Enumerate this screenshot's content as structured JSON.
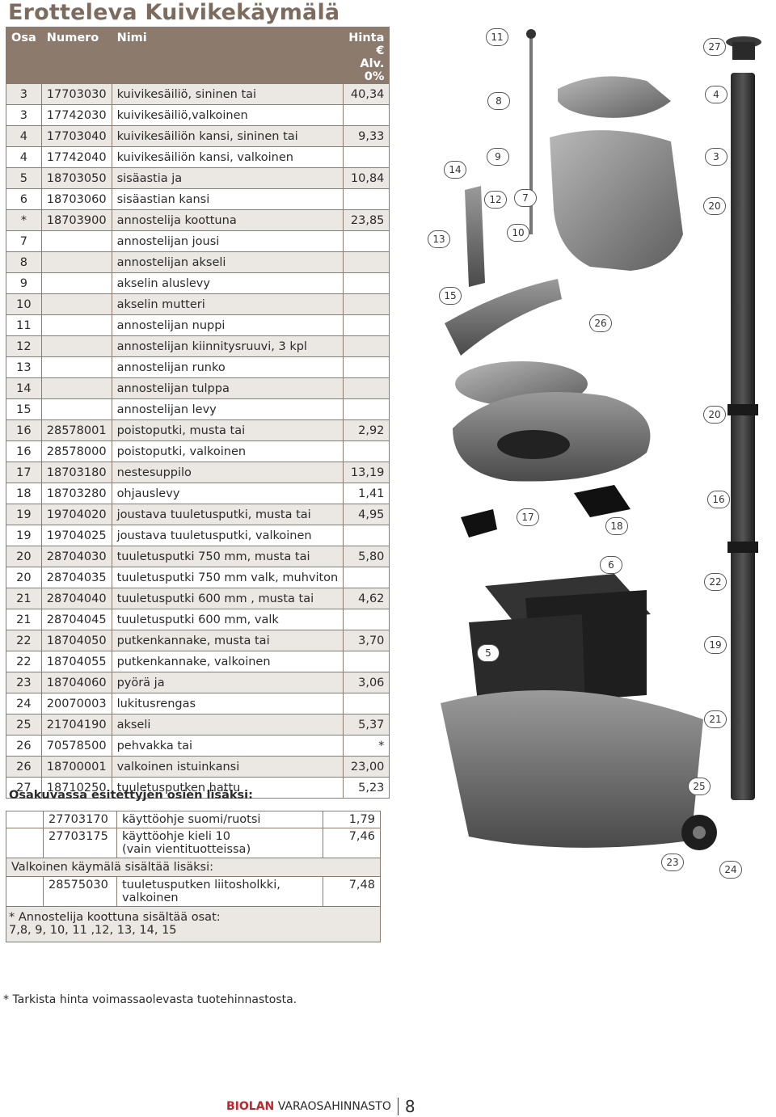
{
  "title": "Erotteleva Kuivikekäymälä",
  "table": {
    "headers": {
      "osa": "Osa",
      "numero": "Numero",
      "nimi": "Nimi",
      "hinta": "Hinta €",
      "alv": "Alv. 0%"
    },
    "rows": [
      {
        "osa": "3",
        "numero": "17703030",
        "nimi": "kuivikesäiliö, sininen tai",
        "hinta": "40,34"
      },
      {
        "osa": "3",
        "numero": "17742030",
        "nimi": "kuivikesäiliö,valkoinen",
        "hinta": ""
      },
      {
        "osa": "4",
        "numero": "17703040",
        "nimi": "kuivikesäiliön kansi, sininen tai",
        "hinta": "9,33"
      },
      {
        "osa": "4",
        "numero": "17742040",
        "nimi": "kuivikesäiliön kansi, valkoinen",
        "hinta": ""
      },
      {
        "osa": "5",
        "numero": "18703050",
        "nimi": "sisäastia ja",
        "hinta": "10,84"
      },
      {
        "osa": "6",
        "numero": "18703060",
        "nimi": "sisäastian kansi",
        "hinta": ""
      },
      {
        "osa": "*",
        "numero": "18703900",
        "nimi": "annostelija koottuna",
        "hinta": "23,85"
      },
      {
        "osa": "7",
        "numero": "",
        "nimi": "annostelijan jousi",
        "hinta": ""
      },
      {
        "osa": "8",
        "numero": "",
        "nimi": "annostelijan akseli",
        "hinta": ""
      },
      {
        "osa": "9",
        "numero": "",
        "nimi": "akselin aluslevy",
        "hinta": ""
      },
      {
        "osa": "10",
        "numero": "",
        "nimi": "akselin mutteri",
        "hinta": ""
      },
      {
        "osa": "11",
        "numero": "",
        "nimi": "annostelijan nuppi",
        "hinta": ""
      },
      {
        "osa": "12",
        "numero": "",
        "nimi": "annostelijan kiinnitysruuvi, 3 kpl",
        "hinta": ""
      },
      {
        "osa": "13",
        "numero": "",
        "nimi": "annostelijan runko",
        "hinta": ""
      },
      {
        "osa": "14",
        "numero": "",
        "nimi": "annostelijan tulppa",
        "hinta": ""
      },
      {
        "osa": "15",
        "numero": "",
        "nimi": "annostelijan levy",
        "hinta": ""
      },
      {
        "osa": "16",
        "numero": "28578001",
        "nimi": "poistoputki, musta tai",
        "hinta": "2,92"
      },
      {
        "osa": "16",
        "numero": "28578000",
        "nimi": "poistoputki, valkoinen",
        "hinta": ""
      },
      {
        "osa": "17",
        "numero": "18703180",
        "nimi": "nestesuppilo",
        "hinta": "13,19"
      },
      {
        "osa": "18",
        "numero": "18703280",
        "nimi": "ohjauslevy",
        "hinta": "1,41"
      },
      {
        "osa": "19",
        "numero": "19704020",
        "nimi": "joustava tuuletusputki, musta tai",
        "hinta": "4,95"
      },
      {
        "osa": "19",
        "numero": "19704025",
        "nimi": "joustava tuuletusputki, valkoinen",
        "hinta": ""
      },
      {
        "osa": "20",
        "numero": "28704030",
        "nimi": "tuuletusputki 750 mm, musta tai",
        "hinta": "5,80"
      },
      {
        "osa": "20",
        "numero": "28704035",
        "nimi": "tuuletusputki 750 mm valk, muhviton",
        "hinta": ""
      },
      {
        "osa": "21",
        "numero": "28704040",
        "nimi": "tuuletusputki 600 mm , musta tai",
        "hinta": "4,62"
      },
      {
        "osa": "21",
        "numero": "28704045",
        "nimi": "tuuletusputki 600 mm, valk",
        "hinta": ""
      },
      {
        "osa": "22",
        "numero": "18704050",
        "nimi": "putkenkannake, musta tai",
        "hinta": "3,70"
      },
      {
        "osa": "22",
        "numero": "18704055",
        "nimi": "putkenkannake, valkoinen",
        "hinta": ""
      },
      {
        "osa": "23",
        "numero": "18704060",
        "nimi": "pyörä ja",
        "hinta": "3,06"
      },
      {
        "osa": "24",
        "numero": "20070003",
        "nimi": "lukitusrengas",
        "hinta": ""
      },
      {
        "osa": "25",
        "numero": "21704190",
        "nimi": "akseli",
        "hinta": "5,37"
      },
      {
        "osa": "26",
        "numero": "70578500",
        "nimi": "pehvakka tai",
        "hinta": "*"
      },
      {
        "osa": "26",
        "numero": "18700001",
        "nimi": "valkoinen istuinkansi",
        "hinta": "23,00"
      },
      {
        "osa": "27",
        "numero": "18710250",
        "nimi": "tuuletusputken hattu",
        "hinta": "5,23"
      }
    ]
  },
  "extras": {
    "title": "Osakuvassa esitettyjen osien lisäksi:",
    "rows": [
      {
        "numero": "27703170",
        "nimi": "käyttöohje suomi/ruotsi",
        "nimi2": "",
        "hinta": "1,79"
      },
      {
        "numero": "27703175",
        "nimi": "käyttöohje kieli 10",
        "nimi2": "(vain vientituotteissa)",
        "hinta": "7,46"
      }
    ],
    "white_title": "Valkoinen käymälä sisältää lisäksi:",
    "white_row": {
      "numero": "28575030",
      "nimi": "tuuletusputken liitosholkki, valkoinen",
      "hinta": "7,48"
    },
    "assembly_note_1": "* Annostelija koottuna sisältää osat:",
    "assembly_note_2": "7,8, 9, 10, 11 ,12, 13, 14, 15"
  },
  "bottom_note": "* Tarkista hinta voimassaolevasta tuotehinnastosta.",
  "footer": {
    "brand": "BIOLAN",
    "section": " VARAOSAHINNASTO",
    "page": "8"
  },
  "callouts": [
    "11",
    "27",
    "8",
    "4",
    "9",
    "3",
    "14",
    "12",
    "7",
    "20",
    "13",
    "10",
    "15",
    "26",
    "20",
    "16",
    "17",
    "18",
    "6",
    "22",
    "5",
    "19",
    "21",
    "25",
    "23",
    "24"
  ],
  "colors": {
    "header_bg": "#8c7b6d",
    "row_shade": "#ebe7e3",
    "title": "#7d6c5e",
    "brand": "#c0272d"
  }
}
